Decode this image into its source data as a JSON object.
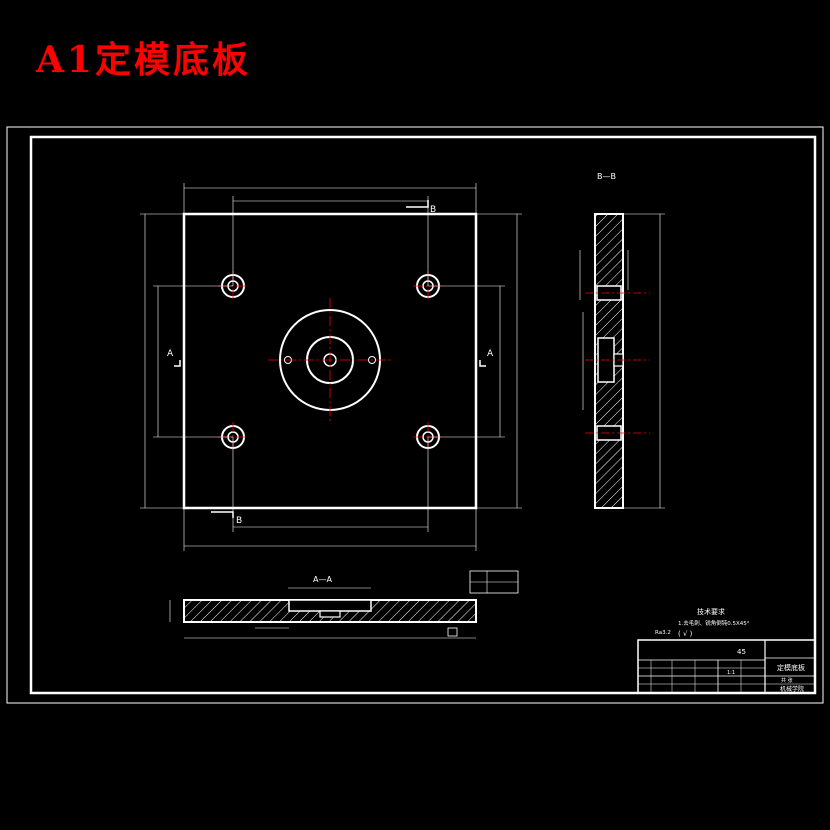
{
  "title": "A1定模底板",
  "views": {
    "section_bb_label": "B—B",
    "section_aa_label": "A—A",
    "cut_a_left": "A",
    "cut_a_right": "A",
    "cut_b_top": "B",
    "cut_b_bottom": "B"
  },
  "notes": {
    "tech_req_title": "技术要求",
    "tech_req_line1": "1.去毛刺、锐角倒钝0.5X45°",
    "roughness": "Ra3.2",
    "roughness_rest": "( √ )"
  },
  "title_block": {
    "material": "45",
    "part_name": "定模底板",
    "scale": "1:1",
    "sheet": "共 张",
    "school": "机械学院"
  },
  "colors": {
    "title": "#ff0000",
    "lines": "#ffffff",
    "center_lines": "#ff0000",
    "background": "#000000"
  }
}
